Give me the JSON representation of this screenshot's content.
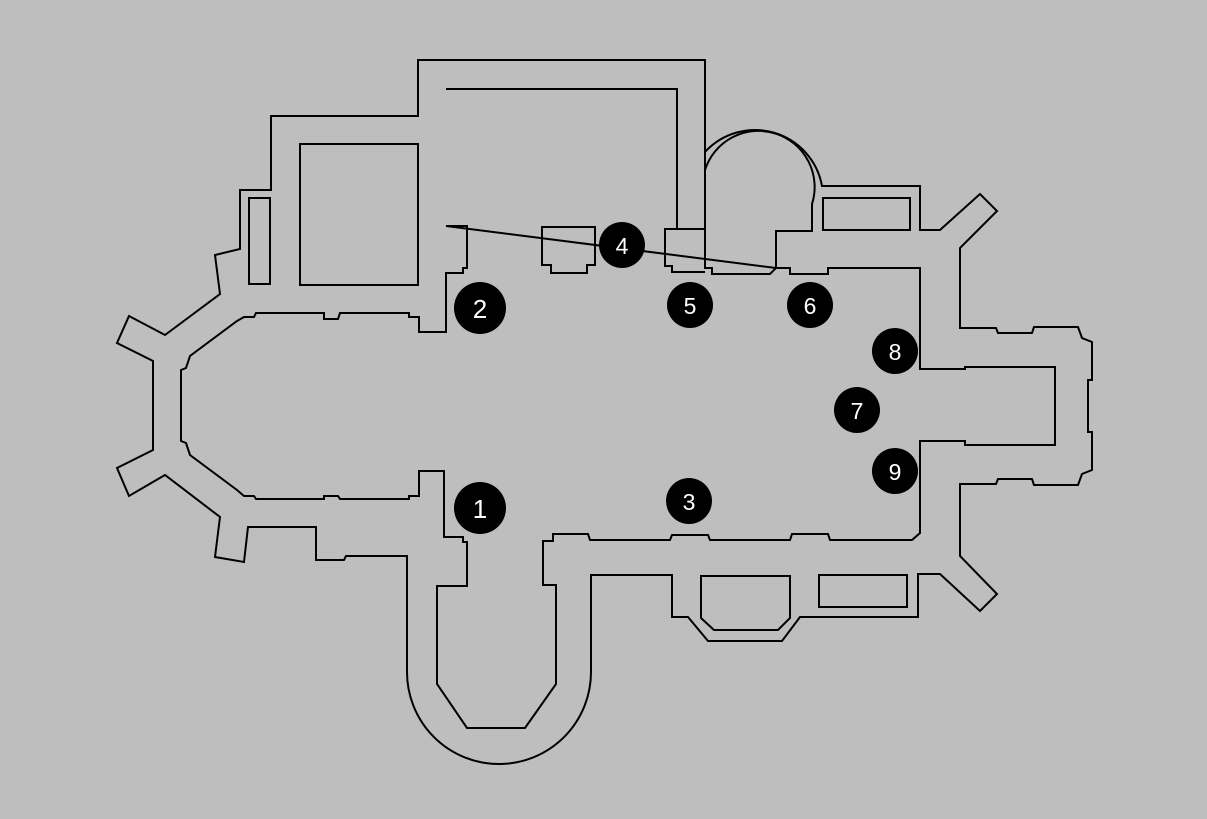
{
  "colors": {
    "background": "#bebebe",
    "wall": "#000000",
    "marker_fill": "#000000",
    "marker_text": "#ffffff"
  },
  "markers": [
    {
      "label": "1"
    },
    {
      "label": "2"
    },
    {
      "label": "3"
    },
    {
      "label": "4"
    },
    {
      "label": "5"
    },
    {
      "label": "6"
    },
    {
      "label": "7"
    },
    {
      "label": "8"
    },
    {
      "label": "9"
    }
  ]
}
